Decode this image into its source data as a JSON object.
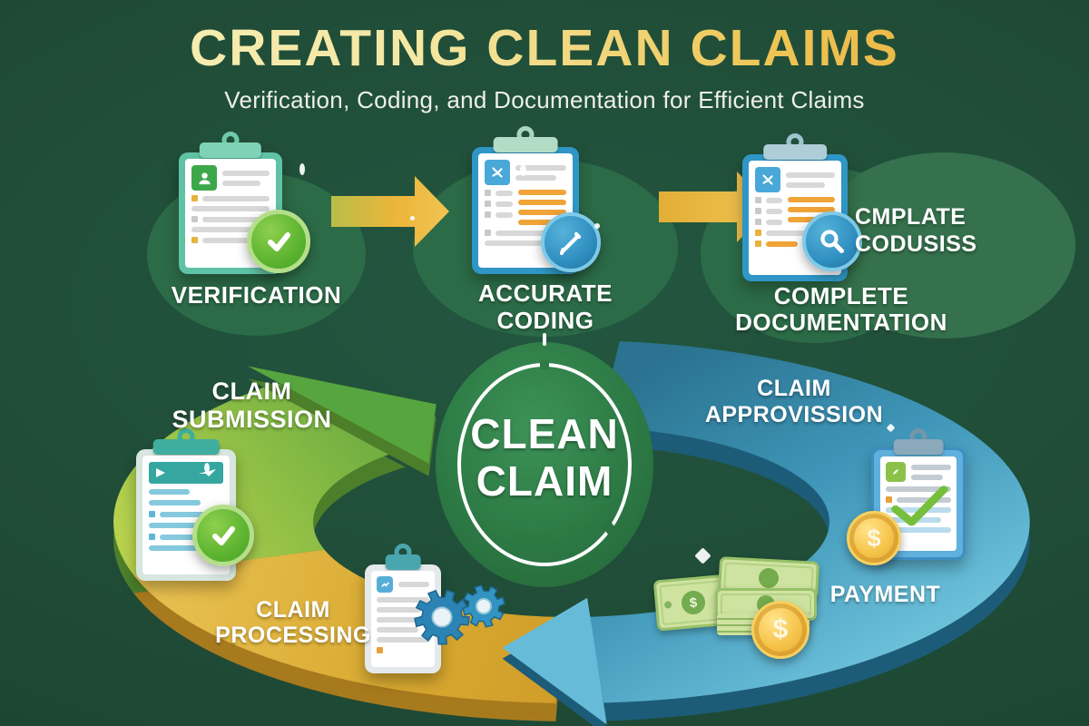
{
  "title": "CREATING CLEAN CLAIMS",
  "subtitle": "Verification, Coding, and Documentation for Efficient Claims",
  "steps": {
    "verification": {
      "label": "VERIFICATION"
    },
    "coding": {
      "line1": "ACCURATE",
      "line2": "CODING"
    },
    "documentation": {
      "line1": "COMPLETE",
      "line2": "DOCUMENTATION",
      "artifact1": "CMPLATE",
      "artifact2": "CODUSISS"
    }
  },
  "cycle": {
    "center": {
      "line1": "CLEAN",
      "line2": "CLAIM"
    },
    "submission": {
      "line1": "CLAIM",
      "line2": "SUBMISSION"
    },
    "processing": {
      "line1": "CLAIM",
      "line2": "PROCESSING"
    },
    "approval": {
      "line1": "CLAIM",
      "line2": "APPROVISSION"
    },
    "payment": {
      "label": "PAYMENT"
    },
    "coin_symbol": "$"
  },
  "colors": {
    "background": "#1f4b36",
    "title_gold": "#ecb83d",
    "arrow_gold": "#ecb33c",
    "arc_green": "#7ab73f",
    "arc_gold": "#d9a832",
    "arc_blue": "#4aa3c8",
    "center_green": "#2e7d45",
    "badge_green": "#5cb430",
    "badge_blue": "#2f8fc0"
  }
}
